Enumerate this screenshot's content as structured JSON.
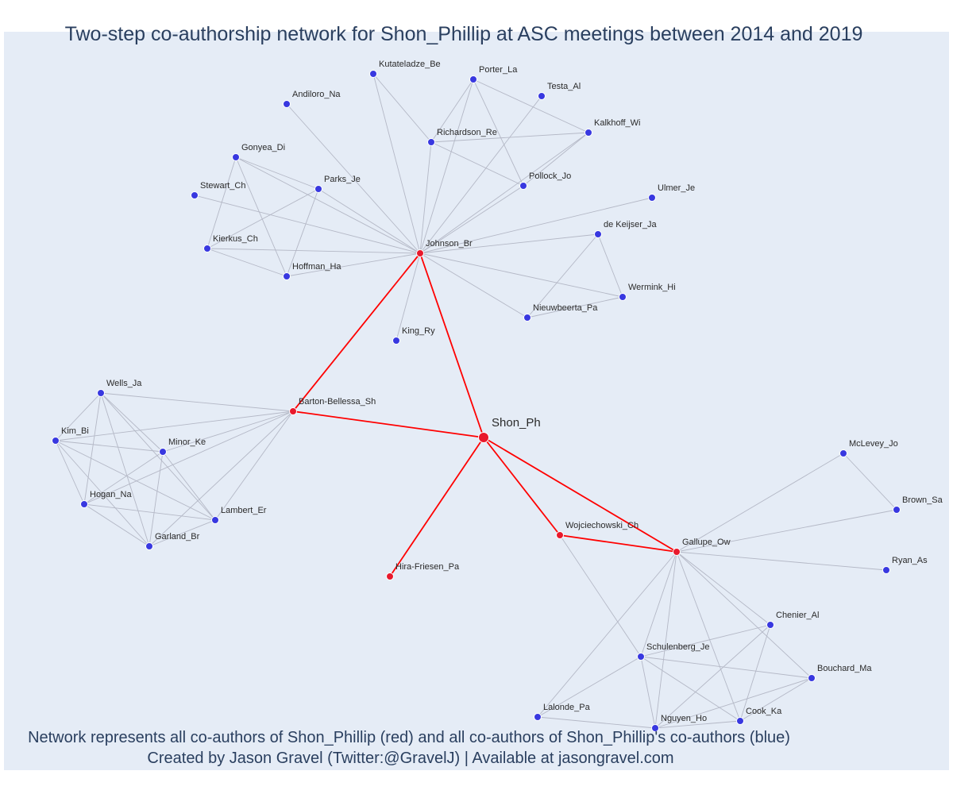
{
  "title": "Two-step co-authorship network for Shon_Phillip at ASC meetings between 2014 and 2019",
  "footer_line1": "Network represents all co-authors of Shon_Phillip (red) and all co-authors of Shon_Phillip's co-authors (blue)",
  "footer_line2": "Created by Jason Gravel (Twitter:@GravelJ) | Available at jasongravel.com",
  "colors": {
    "background": "#e5ecf6",
    "first_degree": "#e8192c",
    "second_degree": "#3838e0",
    "focal_edge": "#ff0000",
    "other_edge": "#b4b8c6",
    "text": "#2a3f5f"
  },
  "chart_data": {
    "type": "network",
    "focal": "Shon_Ph",
    "nodes": [
      {
        "id": "Shon_Ph",
        "group": "focal"
      },
      {
        "id": "Johnson_Br",
        "group": "first"
      },
      {
        "id": "Barton-Bellessa_Sh",
        "group": "first"
      },
      {
        "id": "Hira-Friesen_Pa",
        "group": "first"
      },
      {
        "id": "Wojciechowski_Ch",
        "group": "first"
      },
      {
        "id": "Gallupe_Ow",
        "group": "first"
      },
      {
        "id": "Kutateladze_Be",
        "group": "second"
      },
      {
        "id": "Porter_La",
        "group": "second"
      },
      {
        "id": "Andiloro_Na",
        "group": "second"
      },
      {
        "id": "Testa_Al",
        "group": "second"
      },
      {
        "id": "Richardson_Re",
        "group": "second"
      },
      {
        "id": "Kalkhoff_Wi",
        "group": "second"
      },
      {
        "id": "Gonyea_Di",
        "group": "second"
      },
      {
        "id": "Parks_Je",
        "group": "second"
      },
      {
        "id": "Pollock_Jo",
        "group": "second"
      },
      {
        "id": "Stewart_Ch",
        "group": "second"
      },
      {
        "id": "Ulmer_Je",
        "group": "second"
      },
      {
        "id": "de Keijser_Ja",
        "group": "second"
      },
      {
        "id": "Kierkus_Ch",
        "group": "second"
      },
      {
        "id": "Hoffman_Ha",
        "group": "second"
      },
      {
        "id": "Wermink_Hi",
        "group": "second"
      },
      {
        "id": "Nieuwbeerta_Pa",
        "group": "second"
      },
      {
        "id": "King_Ry",
        "group": "second"
      },
      {
        "id": "Wells_Ja",
        "group": "second"
      },
      {
        "id": "Kim_Bi",
        "group": "second"
      },
      {
        "id": "Minor_Ke",
        "group": "second"
      },
      {
        "id": "Hogan_Na",
        "group": "second"
      },
      {
        "id": "Lambert_Er",
        "group": "second"
      },
      {
        "id": "Garland_Br",
        "group": "second"
      },
      {
        "id": "McLevey_Jo",
        "group": "second"
      },
      {
        "id": "Brown_Sa",
        "group": "second"
      },
      {
        "id": "Ryan_As",
        "group": "second"
      },
      {
        "id": "Chenier_Al",
        "group": "second"
      },
      {
        "id": "Schulenberg_Je",
        "group": "second"
      },
      {
        "id": "Bouchard_Ma",
        "group": "second"
      },
      {
        "id": "Lalonde_Pa",
        "group": "second"
      },
      {
        "id": "Cook_Ka",
        "group": "second"
      },
      {
        "id": "Nguyen_Ho",
        "group": "second"
      }
    ],
    "edges": [
      [
        "Shon_Ph",
        "Johnson_Br"
      ],
      [
        "Shon_Ph",
        "Barton-Bellessa_Sh"
      ],
      [
        "Shon_Ph",
        "Hira-Friesen_Pa"
      ],
      [
        "Shon_Ph",
        "Wojciechowski_Ch"
      ],
      [
        "Shon_Ph",
        "Gallupe_Ow"
      ],
      [
        "Johnson_Br",
        "Barton-Bellessa_Sh"
      ],
      [
        "Wojciechowski_Ch",
        "Gallupe_Ow"
      ],
      [
        "Johnson_Br",
        "Andiloro_Na"
      ],
      [
        "Johnson_Br",
        "Kutateladze_Be"
      ],
      [
        "Johnson_Br",
        "Porter_La"
      ],
      [
        "Johnson_Br",
        "Testa_Al"
      ],
      [
        "Johnson_Br",
        "Richardson_Re"
      ],
      [
        "Johnson_Br",
        "Kalkhoff_Wi"
      ],
      [
        "Johnson_Br",
        "Pollock_Jo"
      ],
      [
        "Johnson_Br",
        "Gonyea_Di"
      ],
      [
        "Johnson_Br",
        "Parks_Je"
      ],
      [
        "Johnson_Br",
        "Stewart_Ch"
      ],
      [
        "Johnson_Br",
        "Kierkus_Ch"
      ],
      [
        "Johnson_Br",
        "Hoffman_Ha"
      ],
      [
        "Johnson_Br",
        "Ulmer_Je"
      ],
      [
        "Johnson_Br",
        "de Keijser_Ja"
      ],
      [
        "Johnson_Br",
        "Wermink_Hi"
      ],
      [
        "Johnson_Br",
        "Nieuwbeerta_Pa"
      ],
      [
        "Johnson_Br",
        "King_Ry"
      ],
      [
        "Kutateladze_Be",
        "Richardson_Re"
      ],
      [
        "Porter_La",
        "Richardson_Re"
      ],
      [
        "Porter_La",
        "Pollock_Jo"
      ],
      [
        "Porter_La",
        "Kalkhoff_Wi"
      ],
      [
        "Richardson_Re",
        "Kalkhoff_Wi"
      ],
      [
        "Richardson_Re",
        "Pollock_Jo"
      ],
      [
        "Kalkhoff_Wi",
        "Pollock_Jo"
      ],
      [
        "Gonyea_Di",
        "Parks_Je"
      ],
      [
        "Gonyea_Di",
        "Kierkus_Ch"
      ],
      [
        "Gonyea_Di",
        "Hoffman_Ha"
      ],
      [
        "Parks_Je",
        "Kierkus_Ch"
      ],
      [
        "Parks_Je",
        "Hoffman_Ha"
      ],
      [
        "Kierkus_Ch",
        "Hoffman_Ha"
      ],
      [
        "de Keijser_Ja",
        "Wermink_Hi"
      ],
      [
        "de Keijser_Ja",
        "Nieuwbeerta_Pa"
      ],
      [
        "Wermink_Hi",
        "Nieuwbeerta_Pa"
      ],
      [
        "Barton-Bellessa_Sh",
        "Wells_Ja"
      ],
      [
        "Barton-Bellessa_Sh",
        "Kim_Bi"
      ],
      [
        "Barton-Bellessa_Sh",
        "Minor_Ke"
      ],
      [
        "Barton-Bellessa_Sh",
        "Hogan_Na"
      ],
      [
        "Barton-Bellessa_Sh",
        "Lambert_Er"
      ],
      [
        "Barton-Bellessa_Sh",
        "Garland_Br"
      ],
      [
        "Wells_Ja",
        "Kim_Bi"
      ],
      [
        "Wells_Ja",
        "Minor_Ke"
      ],
      [
        "Wells_Ja",
        "Hogan_Na"
      ],
      [
        "Wells_Ja",
        "Lambert_Er"
      ],
      [
        "Wells_Ja",
        "Garland_Br"
      ],
      [
        "Kim_Bi",
        "Minor_Ke"
      ],
      [
        "Kim_Bi",
        "Hogan_Na"
      ],
      [
        "Kim_Bi",
        "Lambert_Er"
      ],
      [
        "Kim_Bi",
        "Garland_Br"
      ],
      [
        "Minor_Ke",
        "Hogan_Na"
      ],
      [
        "Minor_Ke",
        "Lambert_Er"
      ],
      [
        "Minor_Ke",
        "Garland_Br"
      ],
      [
        "Hogan_Na",
        "Lambert_Er"
      ],
      [
        "Hogan_Na",
        "Garland_Br"
      ],
      [
        "Lambert_Er",
        "Garland_Br"
      ],
      [
        "Wojciechowski_Ch",
        "Schulenberg_Je"
      ],
      [
        "Gallupe_Ow",
        "McLevey_Jo"
      ],
      [
        "Gallupe_Ow",
        "Brown_Sa"
      ],
      [
        "Gallupe_Ow",
        "Ryan_As"
      ],
      [
        "Gallupe_Ow",
        "Chenier_Al"
      ],
      [
        "Gallupe_Ow",
        "Schulenberg_Je"
      ],
      [
        "Gallupe_Ow",
        "Bouchard_Ma"
      ],
      [
        "Gallupe_Ow",
        "Lalonde_Pa"
      ],
      [
        "Gallupe_Ow",
        "Cook_Ka"
      ],
      [
        "Gallupe_Ow",
        "Nguyen_Ho"
      ],
      [
        "McLevey_Jo",
        "Brown_Sa"
      ],
      [
        "Chenier_Al",
        "Schulenberg_Je"
      ],
      [
        "Chenier_Al",
        "Cook_Ka"
      ],
      [
        "Chenier_Al",
        "Nguyen_Ho"
      ],
      [
        "Schulenberg_Je",
        "Bouchard_Ma"
      ],
      [
        "Schulenberg_Je",
        "Lalonde_Pa"
      ],
      [
        "Schulenberg_Je",
        "Cook_Ka"
      ],
      [
        "Schulenberg_Je",
        "Nguyen_Ho"
      ],
      [
        "Bouchard_Ma",
        "Cook_Ka"
      ],
      [
        "Bouchard_Ma",
        "Nguyen_Ho"
      ],
      [
        "Lalonde_Pa",
        "Nguyen_Ho"
      ],
      [
        "Cook_Ka",
        "Nguyen_Ho"
      ]
    ]
  }
}
